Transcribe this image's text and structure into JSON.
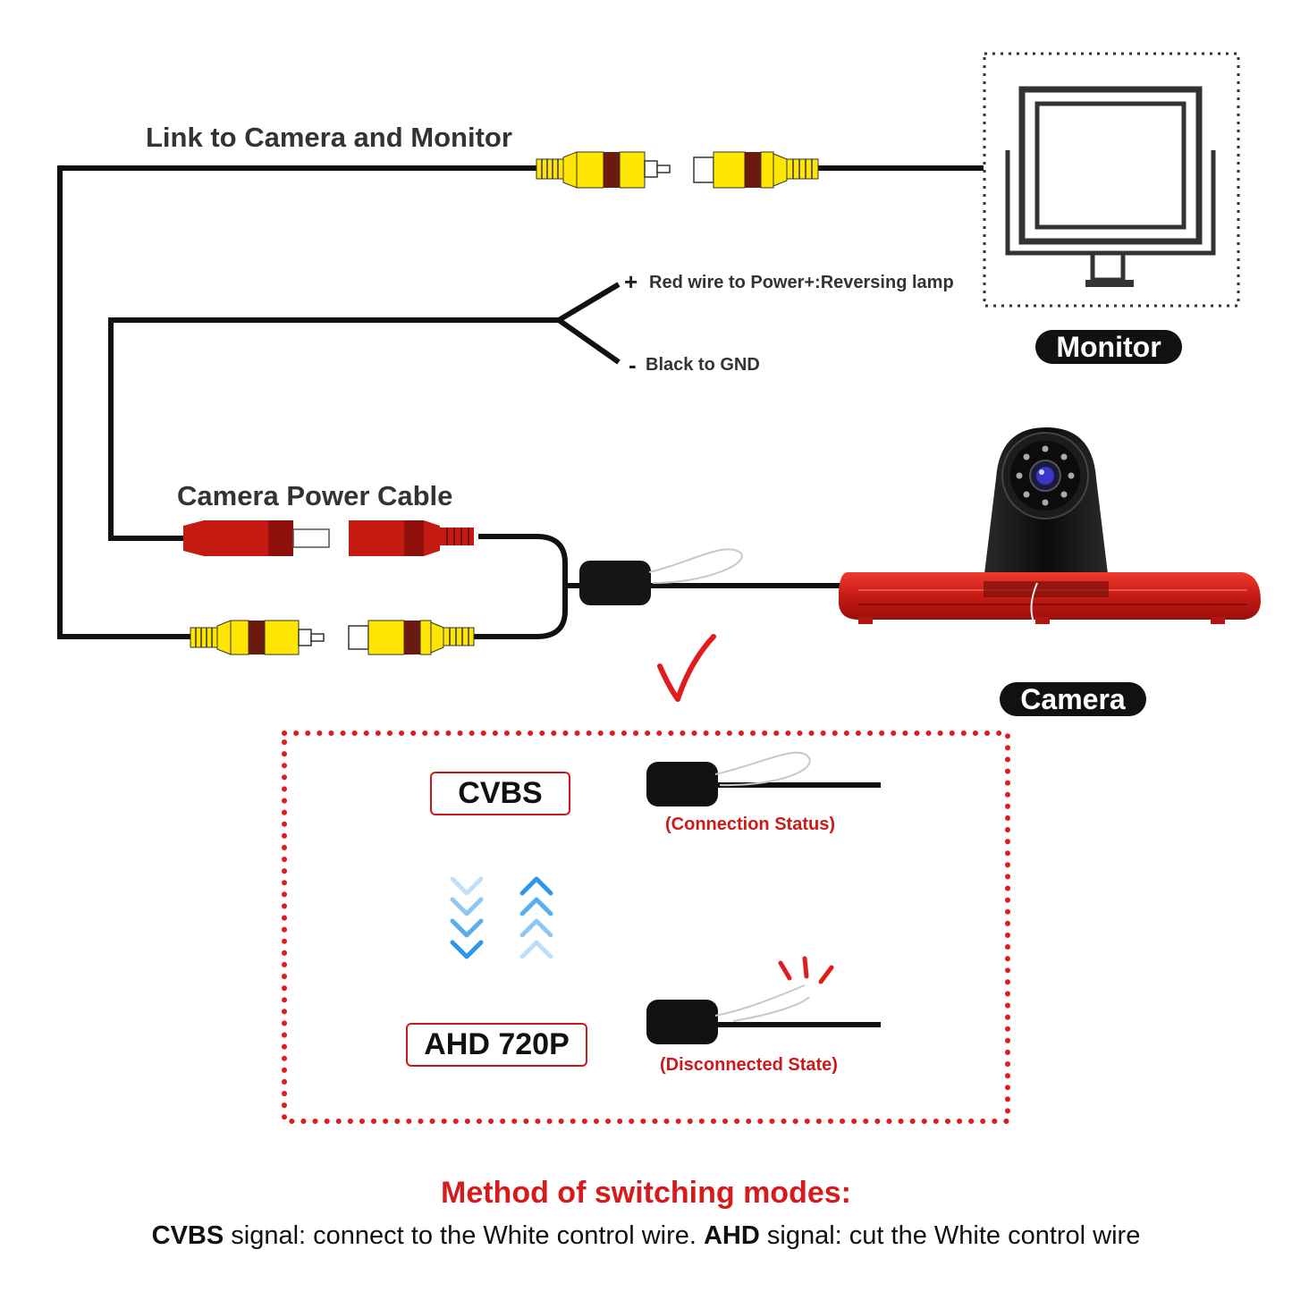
{
  "labels": {
    "link": "Link to Camera and Monitor",
    "power_cable": "Camera Power Cable",
    "red_wire": "Red wire to Power+:Reversing lamp",
    "black_wire": "Black to GND",
    "plus_sign": "+",
    "minus_sign": "-"
  },
  "badges": {
    "monitor": "Monitor",
    "camera": "Camera"
  },
  "modes": {
    "cvbs": "CVBS",
    "ahd": "AHD 720P",
    "connected_status": "(Connection Status)",
    "disconnected_status": "(Disconnected State)"
  },
  "method": {
    "title": "Method of switching modes:",
    "cvbs_bold": "CVBS",
    "cvbs_text": " signal: connect to the White control wire. ",
    "ahd_bold": "AHD",
    "ahd_text": " signal: cut the White control wire"
  },
  "colors": {
    "red_accent": "#cc1a1a",
    "connector_yellow": "#ffe600",
    "connector_red": "#c41a12",
    "wire_black": "#111111",
    "arrow_blue": "#3aa0e8",
    "camera_red": "#d01d1d"
  }
}
